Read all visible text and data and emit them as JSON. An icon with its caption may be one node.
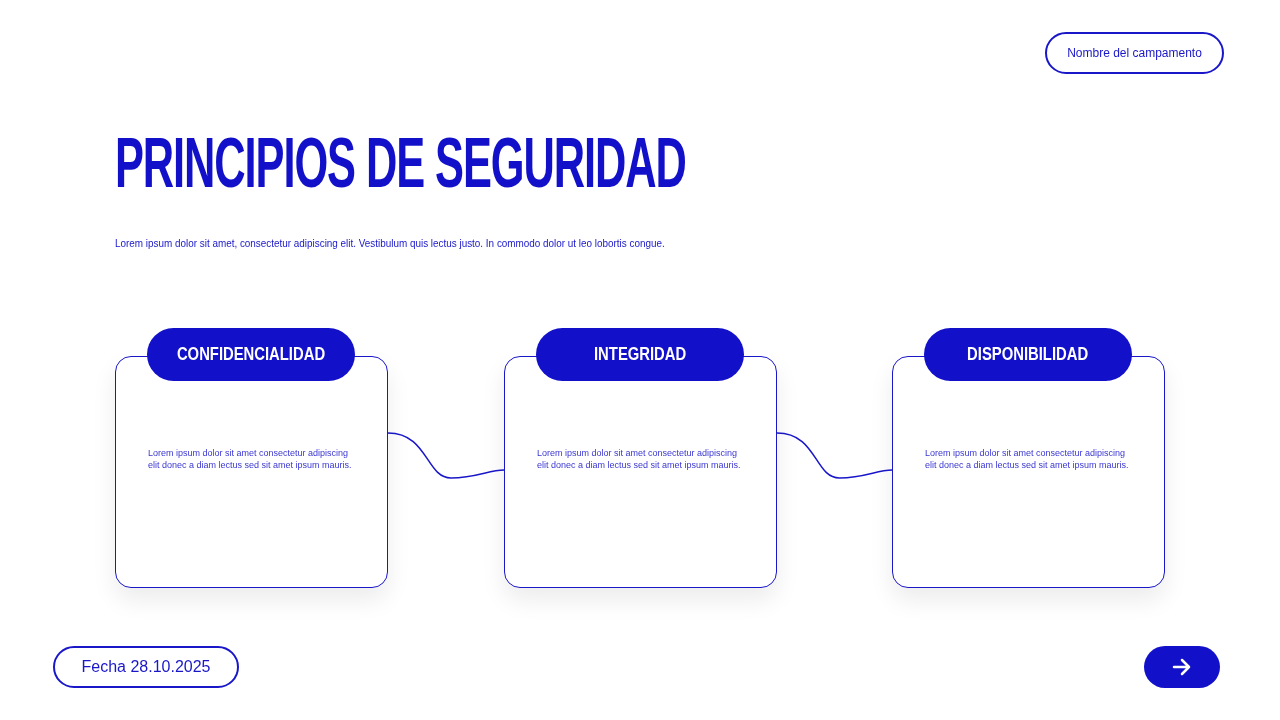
{
  "diagram": {
    "title": "PRINCIPIOS DE SEGURIDAD",
    "nodes": [
      {
        "text": [
          "CONFIDENCIALIDAD"
        ]
      },
      {
        "text": [
          "Lorem ipsum dolor sit amet consectetur adipiscing elit donec a diam lectus sed sit amet ipsum mauris."
        ]
      },
      {
        "text": [
          "INTEGRIDAD"
        ]
      },
      {
        "text": [
          "Lorem ipsum dolor sit amet consectetur adipiscing elit donec a diam lectus sed sit amet ipsum mauris."
        ]
      },
      {
        "text": [
          "DISPONIBILIDAD"
        ]
      },
      {
        "text": [
          "Lorem ipsum dolor sit amet consectetur adipiscing elit donec a diam lectus sed sit amet ipsum mauris."
        ]
      }
    ],
    "edges": [
      {
        "from": 1,
        "to": 3,
        "arrow": "none"
      },
      {
        "from": 3,
        "to": 5,
        "arrow": "none"
      }
    ],
    "labels": [
      "Nombre del campamento",
      "Lorem ipsum dolor sit amet, consectetur adipiscing elit. Vestibulum quis lectus justo. In commodo dolor ut leo lobortis congue.",
      "Fecha 28.10.2025"
    ]
  }
}
